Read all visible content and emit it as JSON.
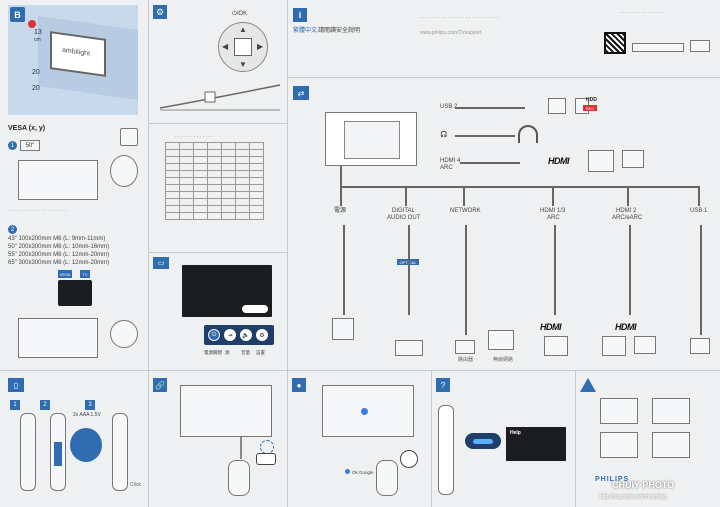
{
  "section_b": {
    "badge": "B",
    "ambilight": "ambilight",
    "dim_13": "13",
    "dim_20a": "20",
    "dim_20b": "20",
    "unit": "cm"
  },
  "vesa": {
    "label": "VESA (x, y)",
    "step1": "1",
    "size_50": "50\"",
    "step2": "2",
    "sizes": [
      "43\" 100x200mm M6 (L: 9mm-11mm)",
      "50\" 200x300mm M6 (L: 10mm-16mm)",
      "55\" 200x300mm M6 (L: 12mm-20mm)",
      "65\" 300x300mm M6 (L: 12mm-20mm)"
    ],
    "vesa_tag": "VESA",
    "tv_tag": "TV"
  },
  "joystick": {
    "ok_label": "⏻/OK"
  },
  "menu_labels": [
    "電源關閉",
    "源",
    "音量",
    "設置"
  ],
  "info": {
    "lang": "繁體中文",
    "desc": "請閱讀安全說明",
    "url": "www.philips.com/TVsupport"
  },
  "connections": {
    "usb2": "USB 2",
    "headphone": "🎧",
    "hdmi4": "HDMI 4",
    "arc": "ARC",
    "hdd": "HDD",
    "rec": "REC",
    "hdmi_logo": "HDMI",
    "power": "電源",
    "digital_audio": "DIGITAL",
    "audio_out": "AUDIO OUT",
    "optical": "OPTICAL",
    "network": "NETWORK",
    "hdmi13": "HDMI 1/3",
    "arc2": "ARC",
    "hdmi2": "HDMI 2",
    "earc": "ARC/eARC",
    "usb1": "USB 1",
    "router": "路由器",
    "wireless": "無線網路"
  },
  "remote": {
    "s1": "1",
    "s2": "2",
    "s3": "3",
    "battery": "2x AAA 1.5V",
    "click": "Click"
  },
  "help_label": "Help",
  "ok_google": "Ok Google",
  "watermark": {
    "brand": "CHUIY PHOTO",
    "url": "http://blog.xuite.net/chuiyfblog"
  },
  "brand": "PHILIPS"
}
